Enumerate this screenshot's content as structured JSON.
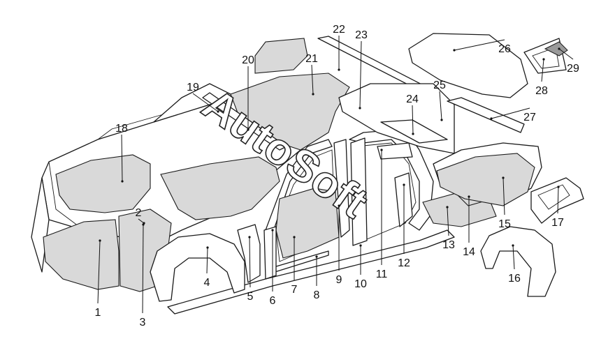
{
  "diagram": {
    "callouts": [
      "1",
      "2",
      "3",
      "4",
      "5",
      "6",
      "7",
      "8",
      "9",
      "10",
      "11",
      "12",
      "13",
      "14",
      "15",
      "16",
      "17",
      "18",
      "19",
      "20",
      "21",
      "22",
      "23",
      "24",
      "25",
      "26",
      "27",
      "28",
      "29"
    ]
  },
  "watermark": {
    "text": "AutoSoft"
  },
  "colors": {
    "line": "#1a1a1a",
    "padding": "#d9d9d9",
    "background": "#ffffff"
  }
}
